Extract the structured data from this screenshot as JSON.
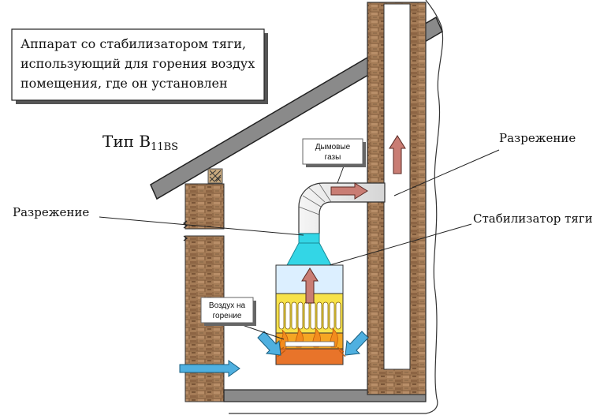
{
  "title_box": {
    "lines": [
      "Аппарат со стабилизатором тяги,",
      "использующий для горения воздух",
      "помещения, где он установлен"
    ]
  },
  "type_label": {
    "prefix": "Тип B",
    "subscript": "11BS"
  },
  "callouts": {
    "flue_gases": [
      "Дымовые",
      "газы"
    ],
    "combustion_air": [
      "Воздух на",
      "горение"
    ],
    "draft_right": "Разрежение",
    "draft_left": "Разрежение",
    "stabilizer": "Стабилизатор тяги"
  },
  "colors": {
    "brick": "#a57c57",
    "brick_dark": "#6e4a2e",
    "roof": "#8a8a8a",
    "floor": "#8a8a8a",
    "stabilizer": "#33d6e6",
    "heater_top": "#dcefff",
    "heater_mid": "#f7e24a",
    "heater_low": "#f5a623",
    "heater_base": "#e8742a",
    "flame": "#f28c1e",
    "arrow_hot": "#c97d74",
    "arrow_air": "#4fb0e0",
    "pipe": "#e6e6e6"
  }
}
